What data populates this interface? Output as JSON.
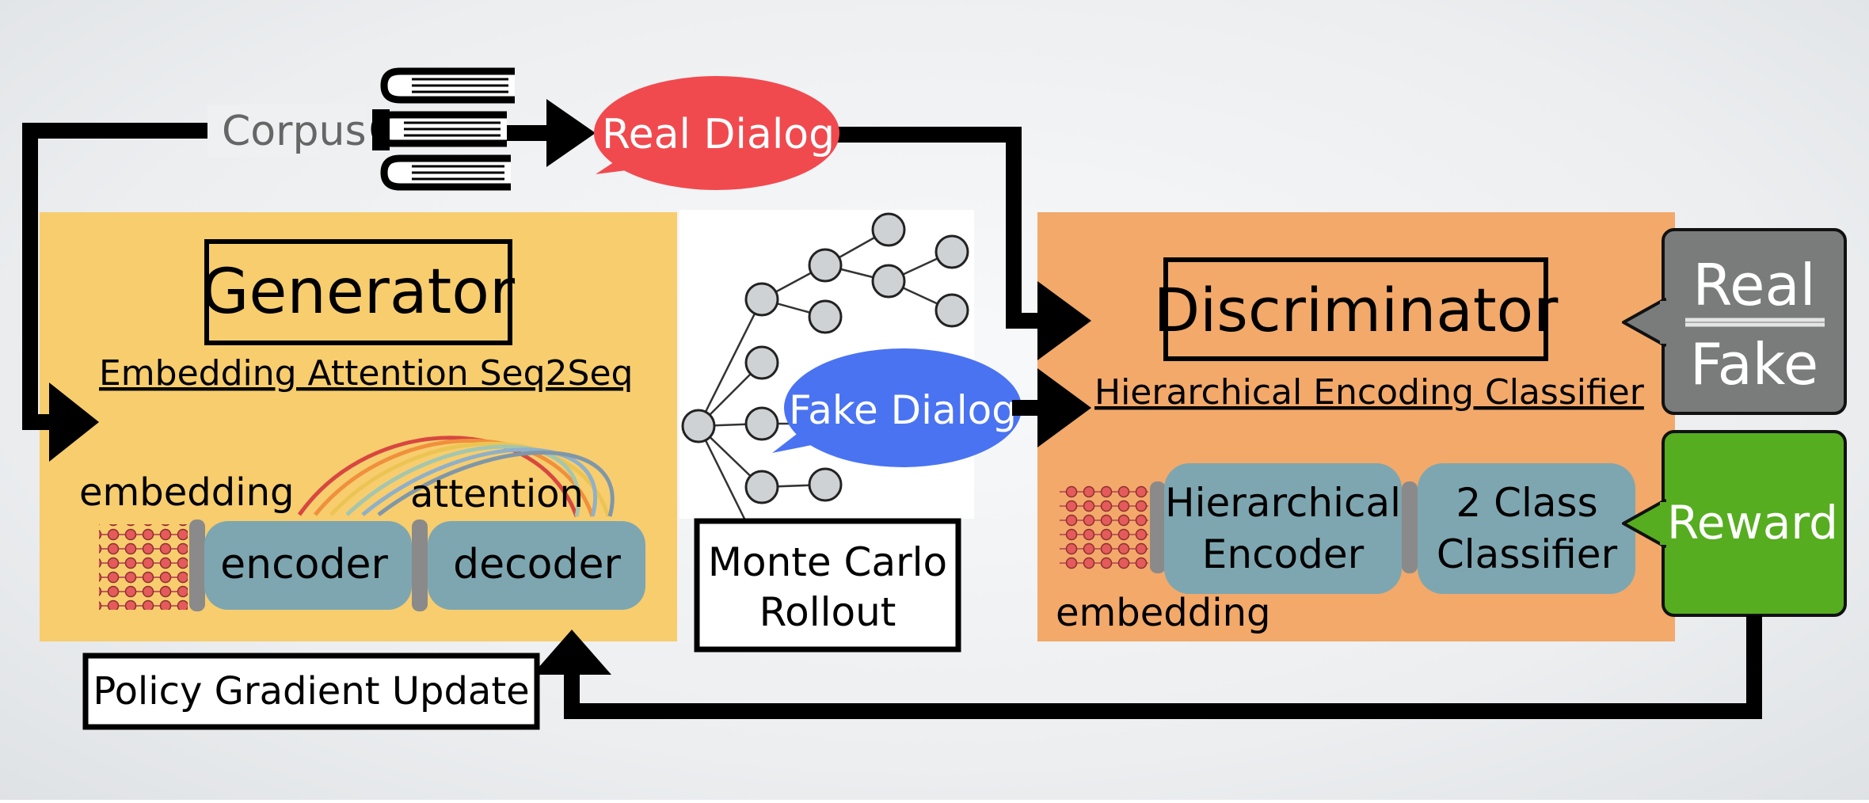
{
  "corpus_label": "Corpus",
  "real_dialog": "Real Dialog",
  "fake_dialog": "Fake Dialog",
  "generator": {
    "title": "Generator",
    "subtitle": "Embedding Attention Seq2Seq",
    "embedding_label": "embedding",
    "attention_label": "attention",
    "encoder_label": "encoder",
    "decoder_label": "decoder"
  },
  "rollout": {
    "line1": "Monte Carlo",
    "line2": "Rollout"
  },
  "discriminator": {
    "title": "Discriminator",
    "subtitle": "Hierarchical Encoding Classifier",
    "hier_line1": "Hierarchical",
    "hier_line2": "Encoder",
    "cls_line1": "2 Class",
    "cls_line2": "Classifier",
    "embedding_label": "embedding"
  },
  "verdict": {
    "real": "Real",
    "fake": "Fake"
  },
  "reward": "Reward",
  "policy_update": "Policy Gradient Update",
  "colors": {
    "generator_bg": "#f7cd6e",
    "discriminator_bg": "#f2a96a",
    "block": "#7ea6b0",
    "connector": "#8a8a8a",
    "real_bubble": "#f04a4f",
    "fake_bubble": "#4a73f2",
    "verdict_box": "#7a7c7c",
    "reward_box": "#56ad20",
    "arrow": "#000000",
    "dot_fill": "#e55a5a",
    "attention_arcs": [
      "#d8473f",
      "#f0903c",
      "#ecc453",
      "#a4c6ae",
      "#8fb0c8",
      "#7f97a8"
    ]
  }
}
